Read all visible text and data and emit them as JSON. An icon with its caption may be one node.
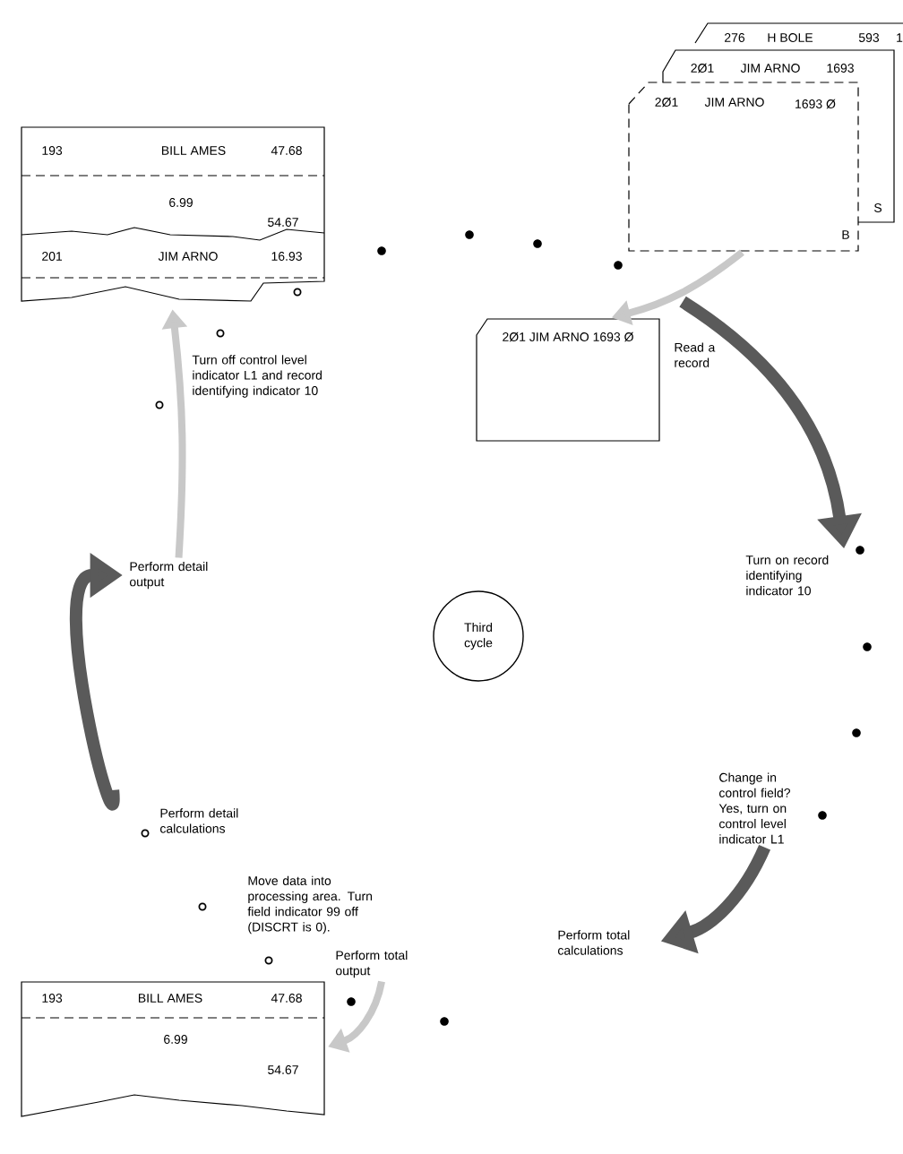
{
  "diagram": {
    "nodes": [
      {
        "text": [
          "193",
          "BILL AMES",
          "47.68",
          "6.99",
          "54.67",
          "201",
          "JIM ARNO",
          "16.93"
        ]
      },
      {
        "text": [
          "276",
          "H BOLE",
          "593",
          "1"
        ]
      },
      {
        "text": [
          "2Ø1",
          "JIM ARNO",
          "1693",
          "S"
        ]
      },
      {
        "text": [
          "2Ø1",
          "JIM ARNO",
          "1693 Ø",
          "B"
        ]
      },
      {
        "text": [
          "2Ø1 JIM ARNO 1693 Ø"
        ],
        "beside": [
          "Read a record"
        ]
      },
      {
        "text": [
          "Third cycle"
        ]
      },
      {
        "text": [
          "193",
          "BILL AMES",
          "47.68",
          "6.99",
          "54.67"
        ]
      },
      {
        "text": [
          "Turn off control level indicator L1 and record identifying indicator 10"
        ]
      },
      {
        "text": [
          "Turn on record identifying indicator 10"
        ]
      },
      {
        "text": [
          "Change in control field? Yes, turn on control level indicator L1"
        ]
      },
      {
        "text": [
          "Perform total calculations"
        ]
      },
      {
        "text": [
          "Perform total output"
        ]
      },
      {
        "text": [
          "Move data into processing area. Turn field indicator 99 off (DISCRT is 0)."
        ]
      },
      {
        "text": [
          "Perform detail calculations"
        ]
      },
      {
        "text": [
          "Perform detail output"
        ]
      }
    ],
    "edges": [
      {
        "from": 3,
        "to": 4,
        "arrow": "to",
        "color": "#c8c8c8"
      },
      {
        "from": 4,
        "to": 8,
        "arrow": "to",
        "color": "#5a5a5a"
      },
      {
        "from": 9,
        "to": 10,
        "arrow": "to",
        "color": "#5a5a5a"
      },
      {
        "from": 11,
        "to": 6,
        "arrow": "to",
        "color": "#c8c8c8"
      },
      {
        "from": 13,
        "to": 14,
        "arrow": "to",
        "color": "#5a5a5a"
      },
      {
        "from": 14,
        "to": 0,
        "arrow": "to",
        "color": "#c8c8c8"
      }
    ]
  }
}
